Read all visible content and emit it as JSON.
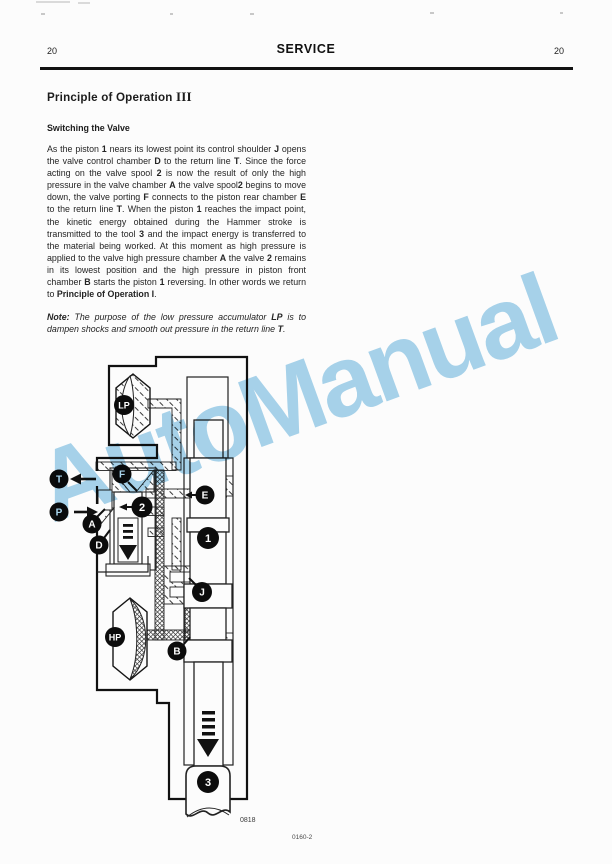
{
  "header": {
    "page_number_left": "20",
    "title": "SERVICE",
    "page_number_right": "20"
  },
  "article": {
    "heading_main": "Principle of Operation",
    "heading_numeral": "III",
    "subheading": "Switching the Valve",
    "paragraph": "As the piston **1** nears its lowest point its control shoulder **J** opens the valve control chamber **D** to the return line **T**. Since the force acting on the valve spool **2** is now the result of only the high pressure in the valve chamber **A** the valve spool**2** begins to move down, the valve porting **F** connects to the piston rear chamber **E** to the return line **T**. When the piston **1** reaches the impact point, the kinetic energy obtained during the Hammer stroke is transmitted to the tool **3** and the impact energy is transferred to the material being worked. At this moment as high pressure is applied to the valve high pressure chamber **A** the valve **2** remains in its lowest position and the high pressure in piston front chamber **B** starts the piston **1** reversing. In other words we return to **Principle of Operation I**.",
    "note": "**Note:** The purpose of the low pressure accumulator **LP** is to dampen shocks and smooth out pressure in the return line **T**."
  },
  "diagram": {
    "badges": {
      "lp": "LP",
      "t": "T",
      "p": "P",
      "f": "F",
      "a": "A",
      "d": "D",
      "spool": "2",
      "e": "E",
      "piston": "1",
      "j": "J",
      "hp": "HP",
      "b": "B",
      "tool": "3"
    },
    "figure_number": "0818",
    "code": "0160-2"
  },
  "watermark": {
    "text": "AutoManual",
    "color": "#a8d4ec"
  }
}
